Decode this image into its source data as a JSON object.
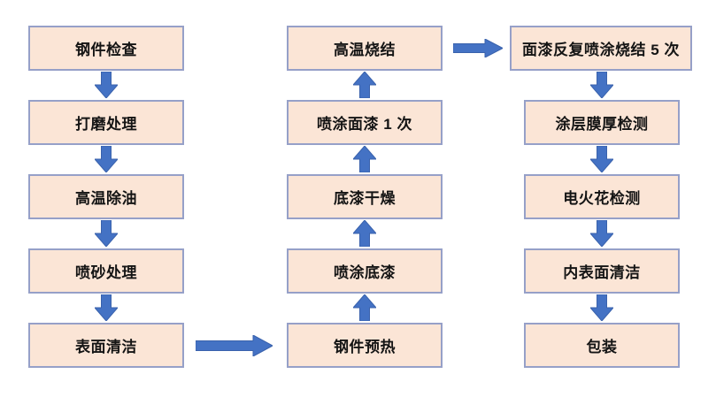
{
  "diagram": {
    "type": "flowchart",
    "background": "#FFFFFF",
    "colors": {
      "box_fill": "#FBE5D6",
      "box_border": "#96A0C8",
      "arrow_fill": "#4472C4",
      "arrow_border": "#3A62AC",
      "text": "#141414"
    },
    "columns": [
      {
        "flow": "down",
        "boxes": [
          "钢件检查",
          "打磨处理",
          "高温除油",
          "喷砂处理",
          "表面清洁"
        ]
      },
      {
        "flow": "up",
        "boxes": [
          "高温烧结",
          "喷涂面漆 1 次",
          "底漆干燥",
          "喷涂底漆",
          "钢件预热"
        ]
      },
      {
        "flow": "down",
        "boxes": [
          "面漆反复喷涂烧结 5 次",
          "涂层膜厚检测",
          "电火花检测",
          "内表面清洁",
          "包装"
        ]
      }
    ],
    "connectors": [
      {
        "from": "表面清洁",
        "to": "钢件预热",
        "type": "right-arrow"
      },
      {
        "from": "高温烧结",
        "to": "面漆反复喷涂烧结 5 次",
        "type": "right-arrow"
      }
    ]
  }
}
